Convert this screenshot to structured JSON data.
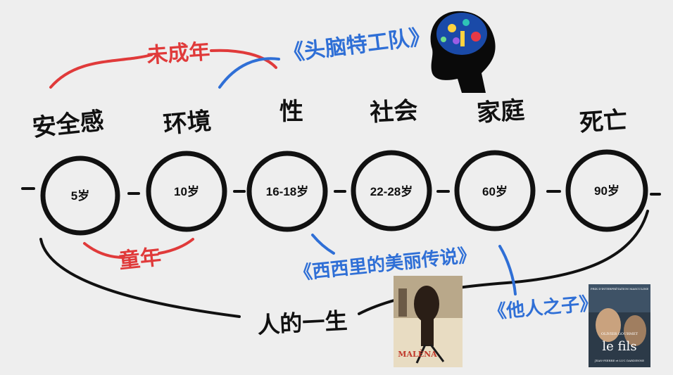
{
  "stages": [
    {
      "age": "5岁",
      "label": "安全感"
    },
    {
      "age": "10岁",
      "label": "环境"
    },
    {
      "age": "16-18岁",
      "label": "性"
    },
    {
      "age": "22-28岁",
      "label": "社会"
    },
    {
      "age": "60岁",
      "label": "家庭"
    },
    {
      "age": "90岁",
      "label": "死亡"
    }
  ],
  "annotations": {
    "minor": "未成年",
    "childhood": "童年",
    "life": "人的一生"
  },
  "films": {
    "inside_out": "《头脑特工队》",
    "malena": "《西西里的美丽传说》",
    "le_fils": "《他人之子》"
  },
  "posters": {
    "malena_title": "MALÈNA",
    "le_fils_title": "le fils",
    "le_fils_actor": "OLIVIER GOURMET",
    "le_fils_award": "PRIX D'INTERPRÉTATION MASCULINE",
    "le_fils_directors": "JEAN-PIERRE et LUC DARDENNE"
  },
  "colors": {
    "ink": "#111111",
    "red": "#e03a3a",
    "blue": "#2f6fd6",
    "background": "#eeeeee"
  }
}
